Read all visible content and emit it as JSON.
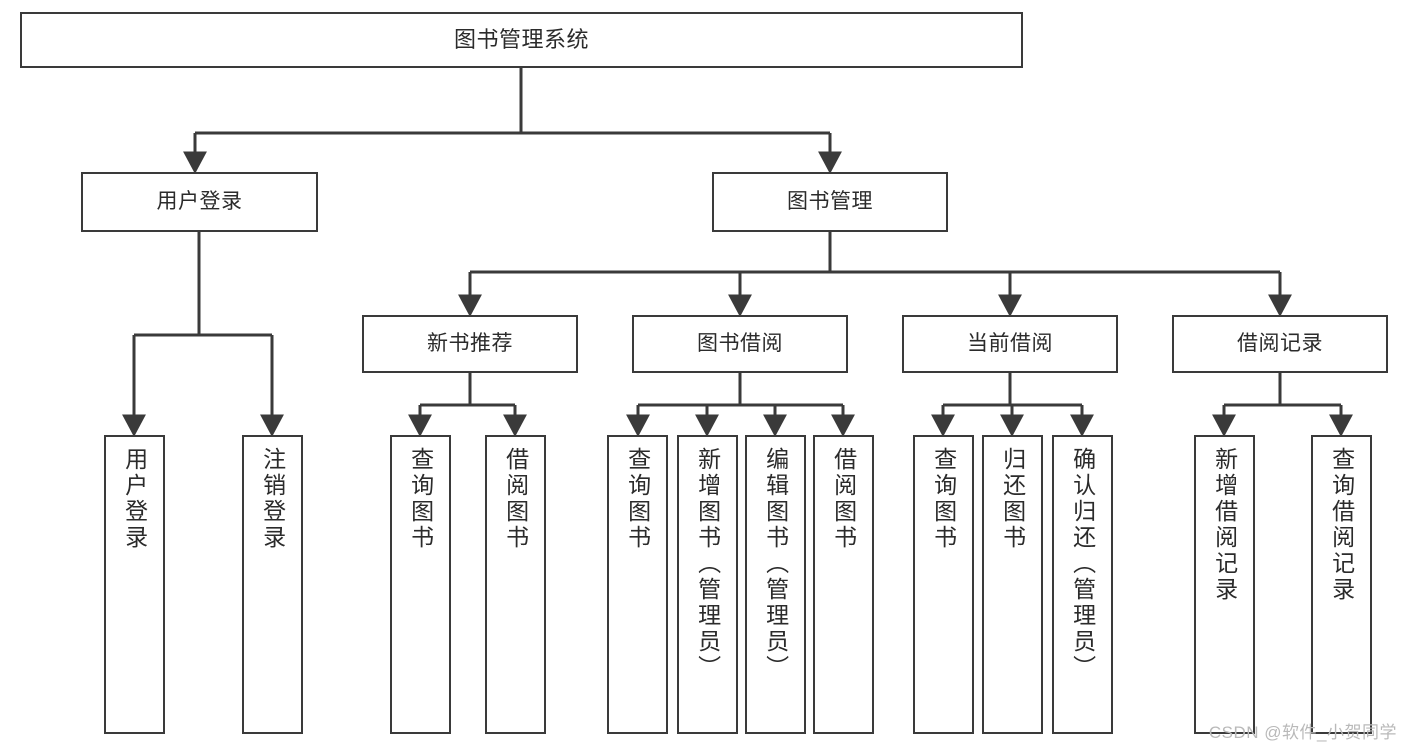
{
  "diagram": {
    "title": "图书管理系统",
    "type": "tree-hierarchy-diagram",
    "style": {
      "box_fill": "#ffffff",
      "box_stroke": "#3a3a3a",
      "text_color": "#2b2b2b",
      "background": "#ffffff"
    }
  },
  "root": {
    "label": "图书管理系统"
  },
  "branches": [
    {
      "label": "用户登录"
    },
    {
      "label": "图书管理"
    }
  ],
  "mid": [
    {
      "label": "新书推荐"
    },
    {
      "label": "图书借阅"
    },
    {
      "label": "当前借阅"
    },
    {
      "label": "借阅记录"
    }
  ],
  "leaves": {
    "user_login": [
      {
        "label": "用户登录"
      },
      {
        "label": "注销登录"
      }
    ],
    "new_book": [
      {
        "label": "查询图书"
      },
      {
        "label": "借阅图书"
      }
    ],
    "borrow_book": [
      {
        "label": "查询图书"
      },
      {
        "label": "新增图书（管理员）"
      },
      {
        "label": "编辑图书（管理员）"
      },
      {
        "label": "借阅图书"
      }
    ],
    "current_borrow": [
      {
        "label": "查询图书"
      },
      {
        "label": "归还图书"
      },
      {
        "label": "确认归还（管理员）"
      }
    ],
    "borrow_record": [
      {
        "label": "新增借阅记录"
      },
      {
        "label": "查询借阅记录"
      }
    ]
  },
  "watermark": {
    "text": "CSDN @软件_小贺同学"
  }
}
